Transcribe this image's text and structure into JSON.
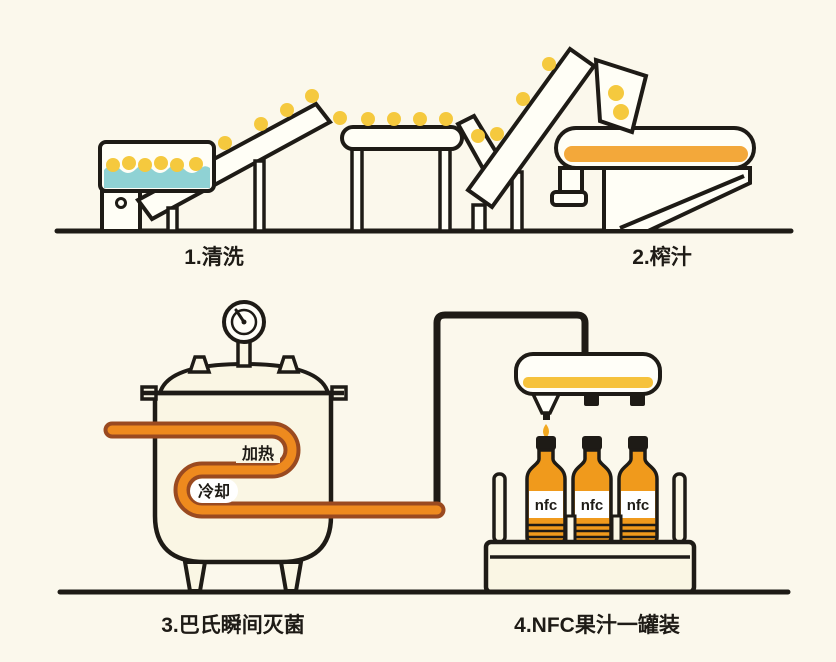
{
  "diagram": {
    "title_hint": "NFC juice production process",
    "steps": [
      {
        "id": 1,
        "label": "1.清洗"
      },
      {
        "id": 2,
        "label": "2.榨汁"
      },
      {
        "id": 3,
        "label": "3.巴氏瞬间灭菌"
      },
      {
        "id": 4,
        "label": "4.NFC果汁一罐装"
      }
    ],
    "tank": {
      "heat_label": "加热",
      "cool_label": "冷却"
    },
    "bottle_label": "nfc",
    "palette": {
      "background": "#FBF8EC",
      "outline": "#1E1B16",
      "fruit_yellow": "#F5C93E",
      "juice_orange": "#F09A1C",
      "band_yellow": "#F3A83A",
      "water_teal": "#8FD2D4",
      "pipe_dark": "#9A4A20",
      "pipe_light": "#EE8A1E"
    }
  }
}
